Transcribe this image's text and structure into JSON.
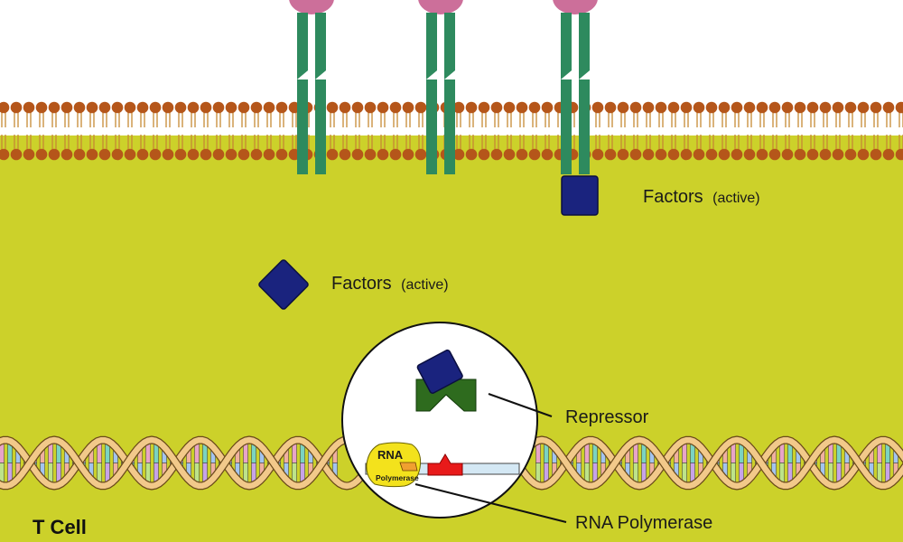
{
  "labels": {
    "factors_active_1": {
      "main": "Factors",
      "suffix": "(active)"
    },
    "factors_active_2": {
      "main": "Factors",
      "suffix": "(active)"
    },
    "repressor": "Repressor",
    "rna_polymerase": "RNA Polymerase",
    "rna_short": "RNA",
    "polymerase_short": "Polymerase",
    "cell_name": "T Cell"
  },
  "colors": {
    "cytoplasm": "#ccd12a",
    "membrane_head": "#b5561a",
    "receptor": "#2e8a5e",
    "ligand": "#cc6f9a",
    "factor": "#1a237e",
    "repressor": "#2e6b1e",
    "dna_backbone": "#f2c98a",
    "polymerase": "#f3e21c",
    "promoter": "#e81a1a"
  },
  "icons": {
    "receptors": "receptor-icon",
    "factor": "factor-icon",
    "dna": "dna-helix-icon"
  }
}
